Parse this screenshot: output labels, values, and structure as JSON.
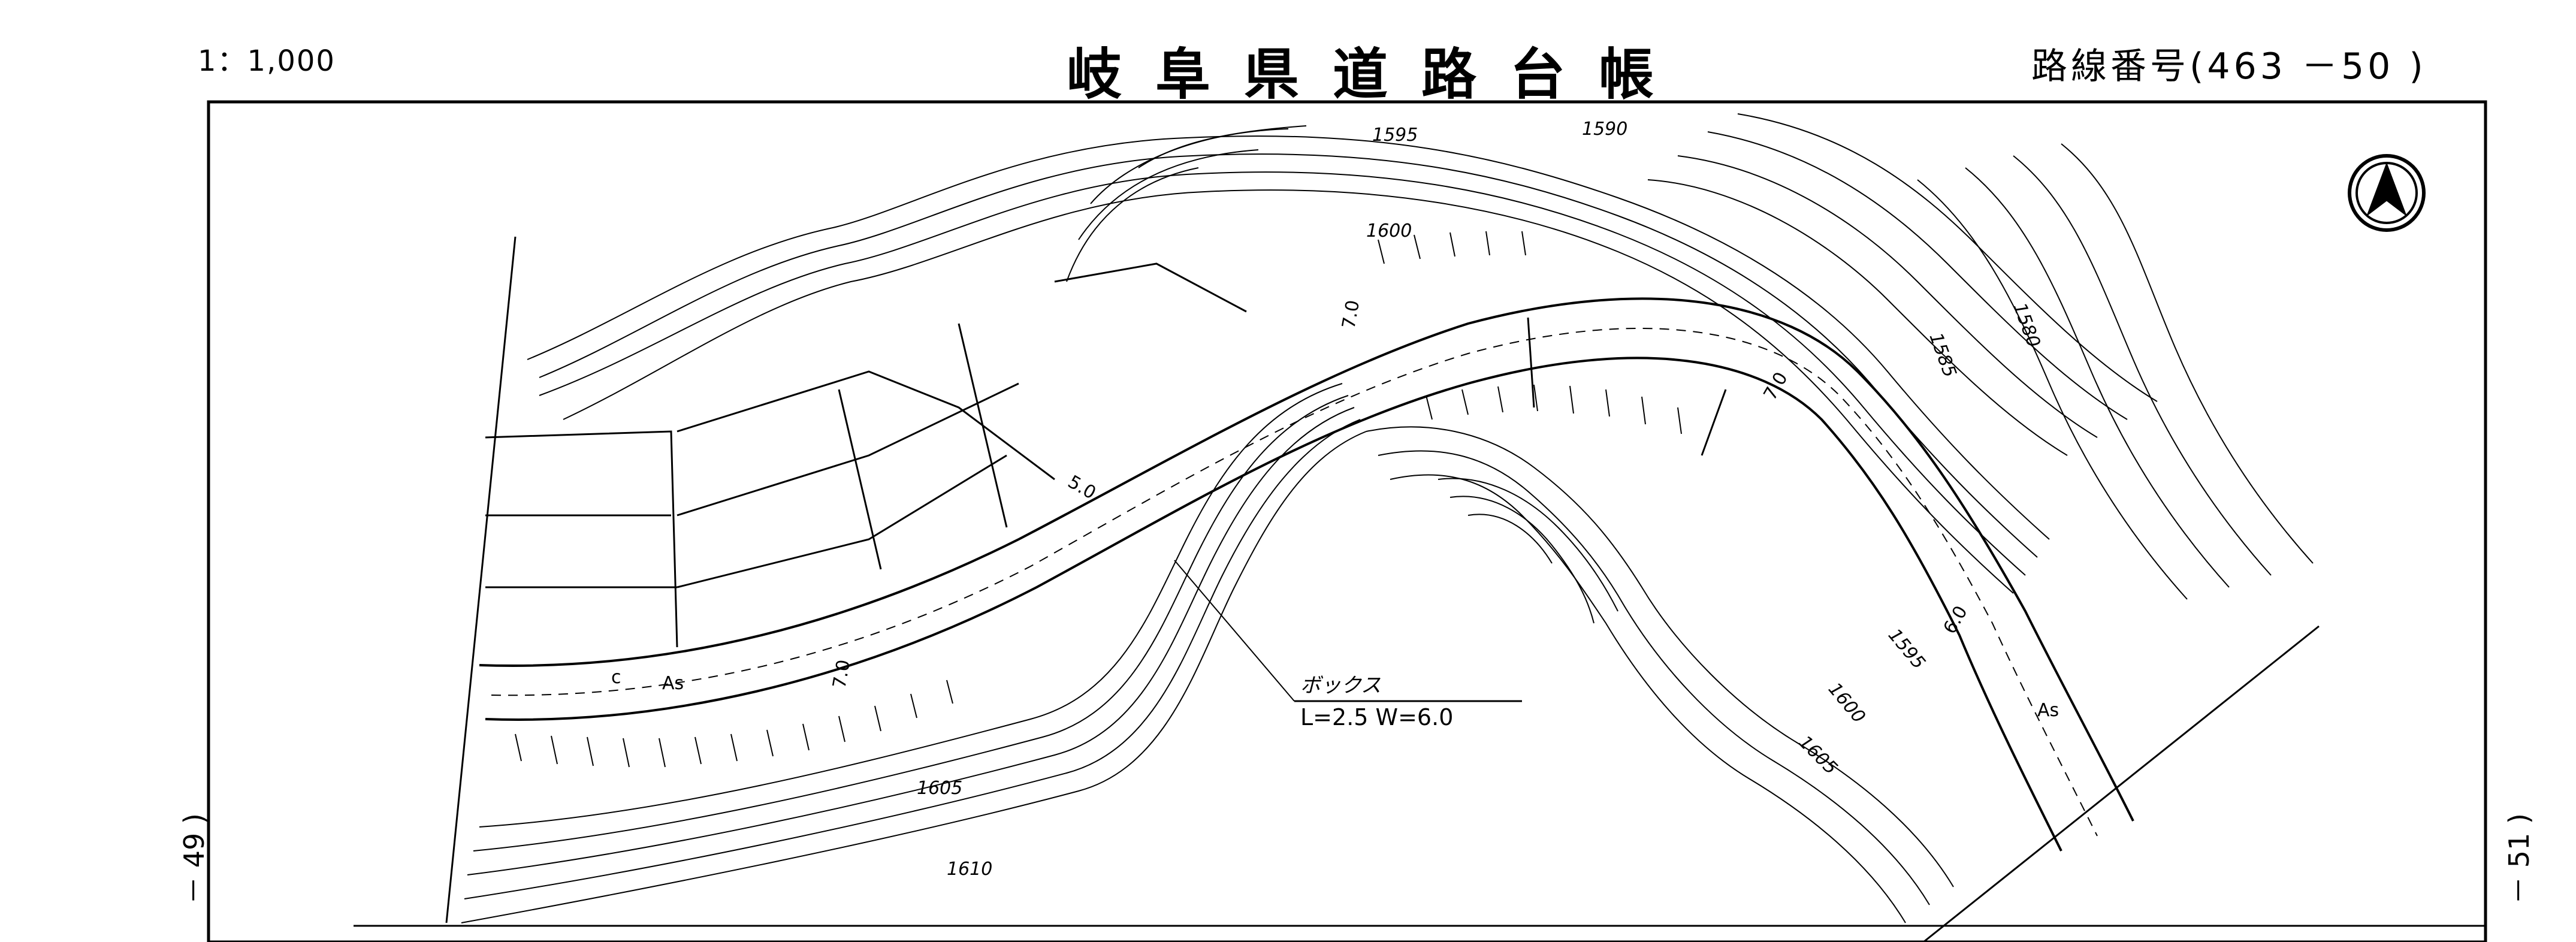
{
  "header": {
    "scale": "1：1,000",
    "title": "岐阜県道路台帳",
    "route_number": "路線番号(463 －50 )"
  },
  "side_labels": {
    "left": "－ 49 )",
    "right": "－ 51 )"
  },
  "north_arrow": "north-arrow-icon",
  "contour_labels": [
    "1595",
    "1590",
    "1600",
    "1585",
    "1580",
    "1595",
    "1600",
    "1605",
    "1605",
    "1610"
  ],
  "road_labels": {
    "surface_as_1": "As",
    "surface_as_2": "As",
    "curb_c": "c",
    "width_7_0": "7.0",
    "width_6_0": "6.0",
    "width_5_0": "5.0"
  },
  "box_culvert": {
    "name": "ボックス",
    "dims": "L=2.5 W=6.0"
  }
}
